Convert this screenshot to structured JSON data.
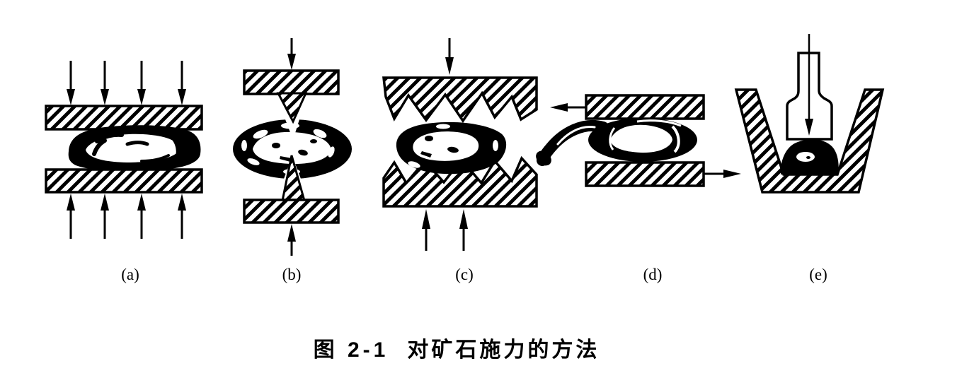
{
  "figure": {
    "caption": {
      "number": "图 2-1",
      "title": "对矿石施力的方法"
    },
    "panel_labels": [
      "(a)",
      "(b)",
      "(c)",
      "(d)",
      "(e)"
    ],
    "panel_methods": {
      "a": "compression-between-flat-plates",
      "b": "splitting-with-wedge-points",
      "c": "crushing-with-toothed-jaws",
      "d": "shearing-abrasion-between-moving-plates",
      "e": "impact-in-mortar-with-pestle"
    },
    "colors": {
      "ink": "#000000",
      "background": "#ffffff"
    }
  }
}
